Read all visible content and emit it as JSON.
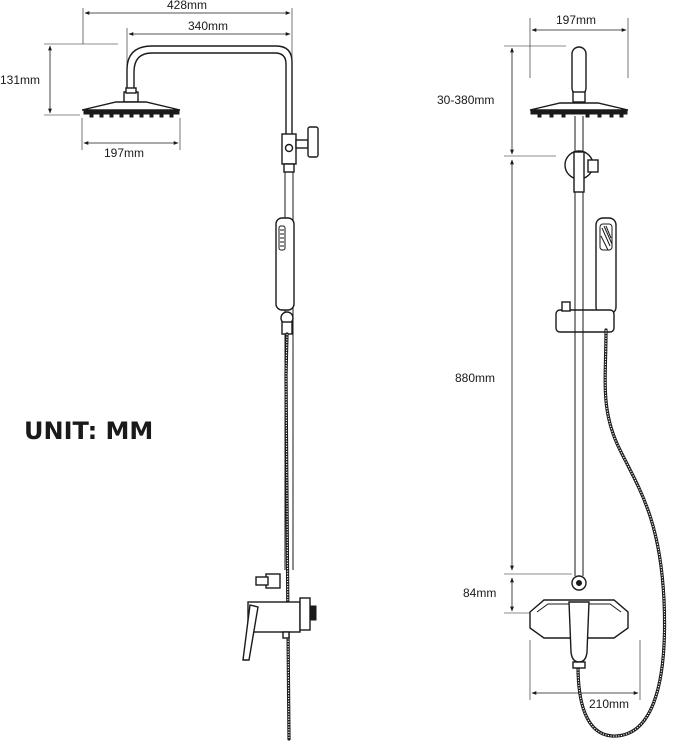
{
  "unit_label": "UNIT: MM",
  "left_view": {
    "dim_total_width": "428mm",
    "dim_arm_width": "340mm",
    "dim_head_height": "131mm",
    "dim_head_diameter": "197mm"
  },
  "right_view": {
    "dim_head_diameter": "197mm",
    "dim_arm_adjust": "30-380mm",
    "dim_bar_height": "880mm",
    "dim_mixer_height": "84mm",
    "dim_mixer_width": "210mm"
  },
  "colors": {
    "line": "#1a1a1a",
    "background": "#ffffff"
  }
}
